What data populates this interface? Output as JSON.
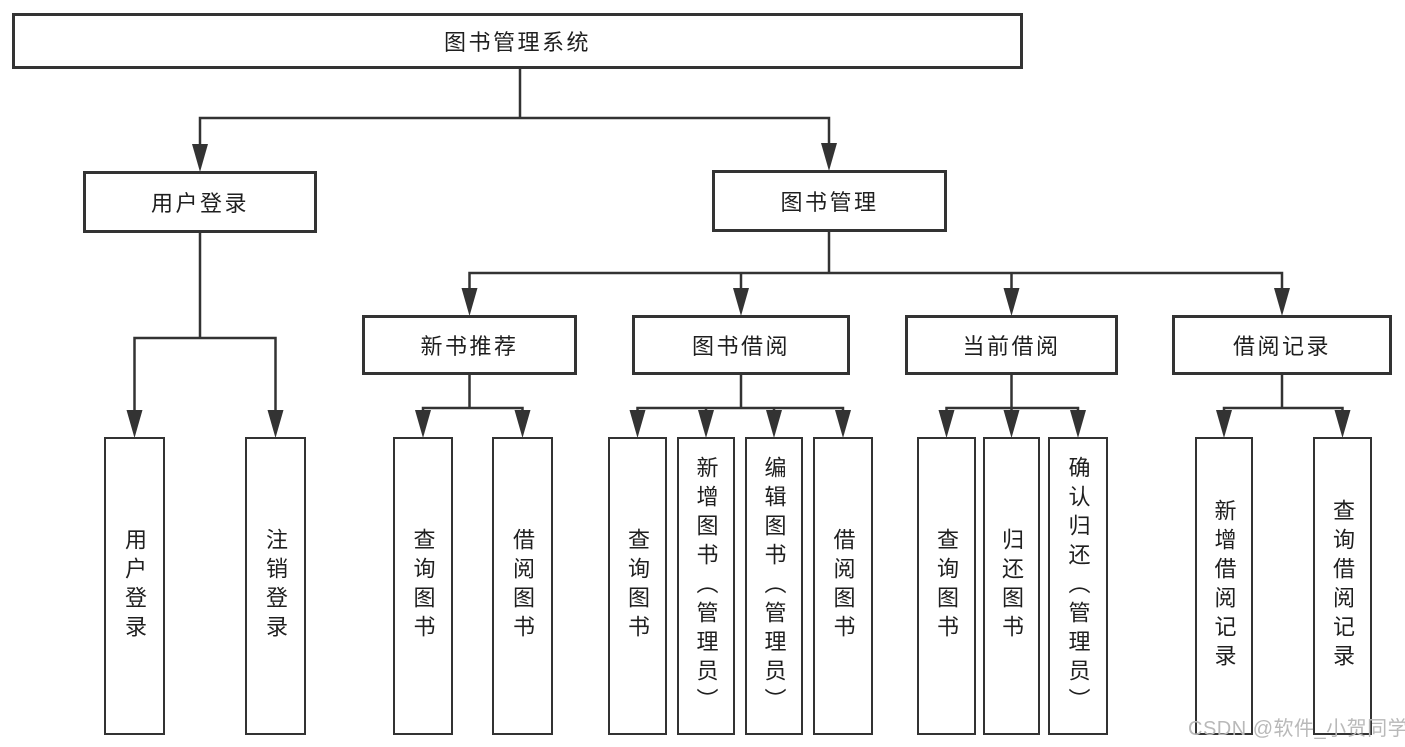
{
  "diagram": {
    "type": "hierarchy-tree",
    "colors": {
      "line": "#333333",
      "box_border": "#333333",
      "text": "#1f1f1f",
      "background": "#ffffff",
      "watermark": "#b9b9b9"
    },
    "nodes": {
      "root": {
        "label": "图书管理系统"
      },
      "level2": [
        {
          "label": "用户登录"
        },
        {
          "label": "图书管理"
        }
      ],
      "level3": [
        {
          "label": "新书推荐"
        },
        {
          "label": "图书借阅"
        },
        {
          "label": "当前借阅"
        },
        {
          "label": "借阅记录"
        }
      ],
      "leaves": {
        "user_login": [
          {
            "label": "用户登录"
          },
          {
            "label": "注销登录"
          }
        ],
        "new_book_rec": [
          {
            "label": "查询图书"
          },
          {
            "label": "借阅图书"
          }
        ],
        "book_borrow": [
          {
            "label": "查询图书"
          },
          {
            "label": "新增图书（管理员）"
          },
          {
            "label": "编辑图书（管理员）"
          },
          {
            "label": "借阅图书"
          }
        ],
        "current_borrow": [
          {
            "label": "查询图书"
          },
          {
            "label": "归还图书"
          },
          {
            "label": "确认归还（管理员）"
          }
        ],
        "borrow_records": [
          {
            "label": "新增借阅记录"
          },
          {
            "label": "查询借阅记录"
          }
        ]
      }
    },
    "watermark": {
      "text": "CSDN @软件_小贺同学"
    }
  }
}
